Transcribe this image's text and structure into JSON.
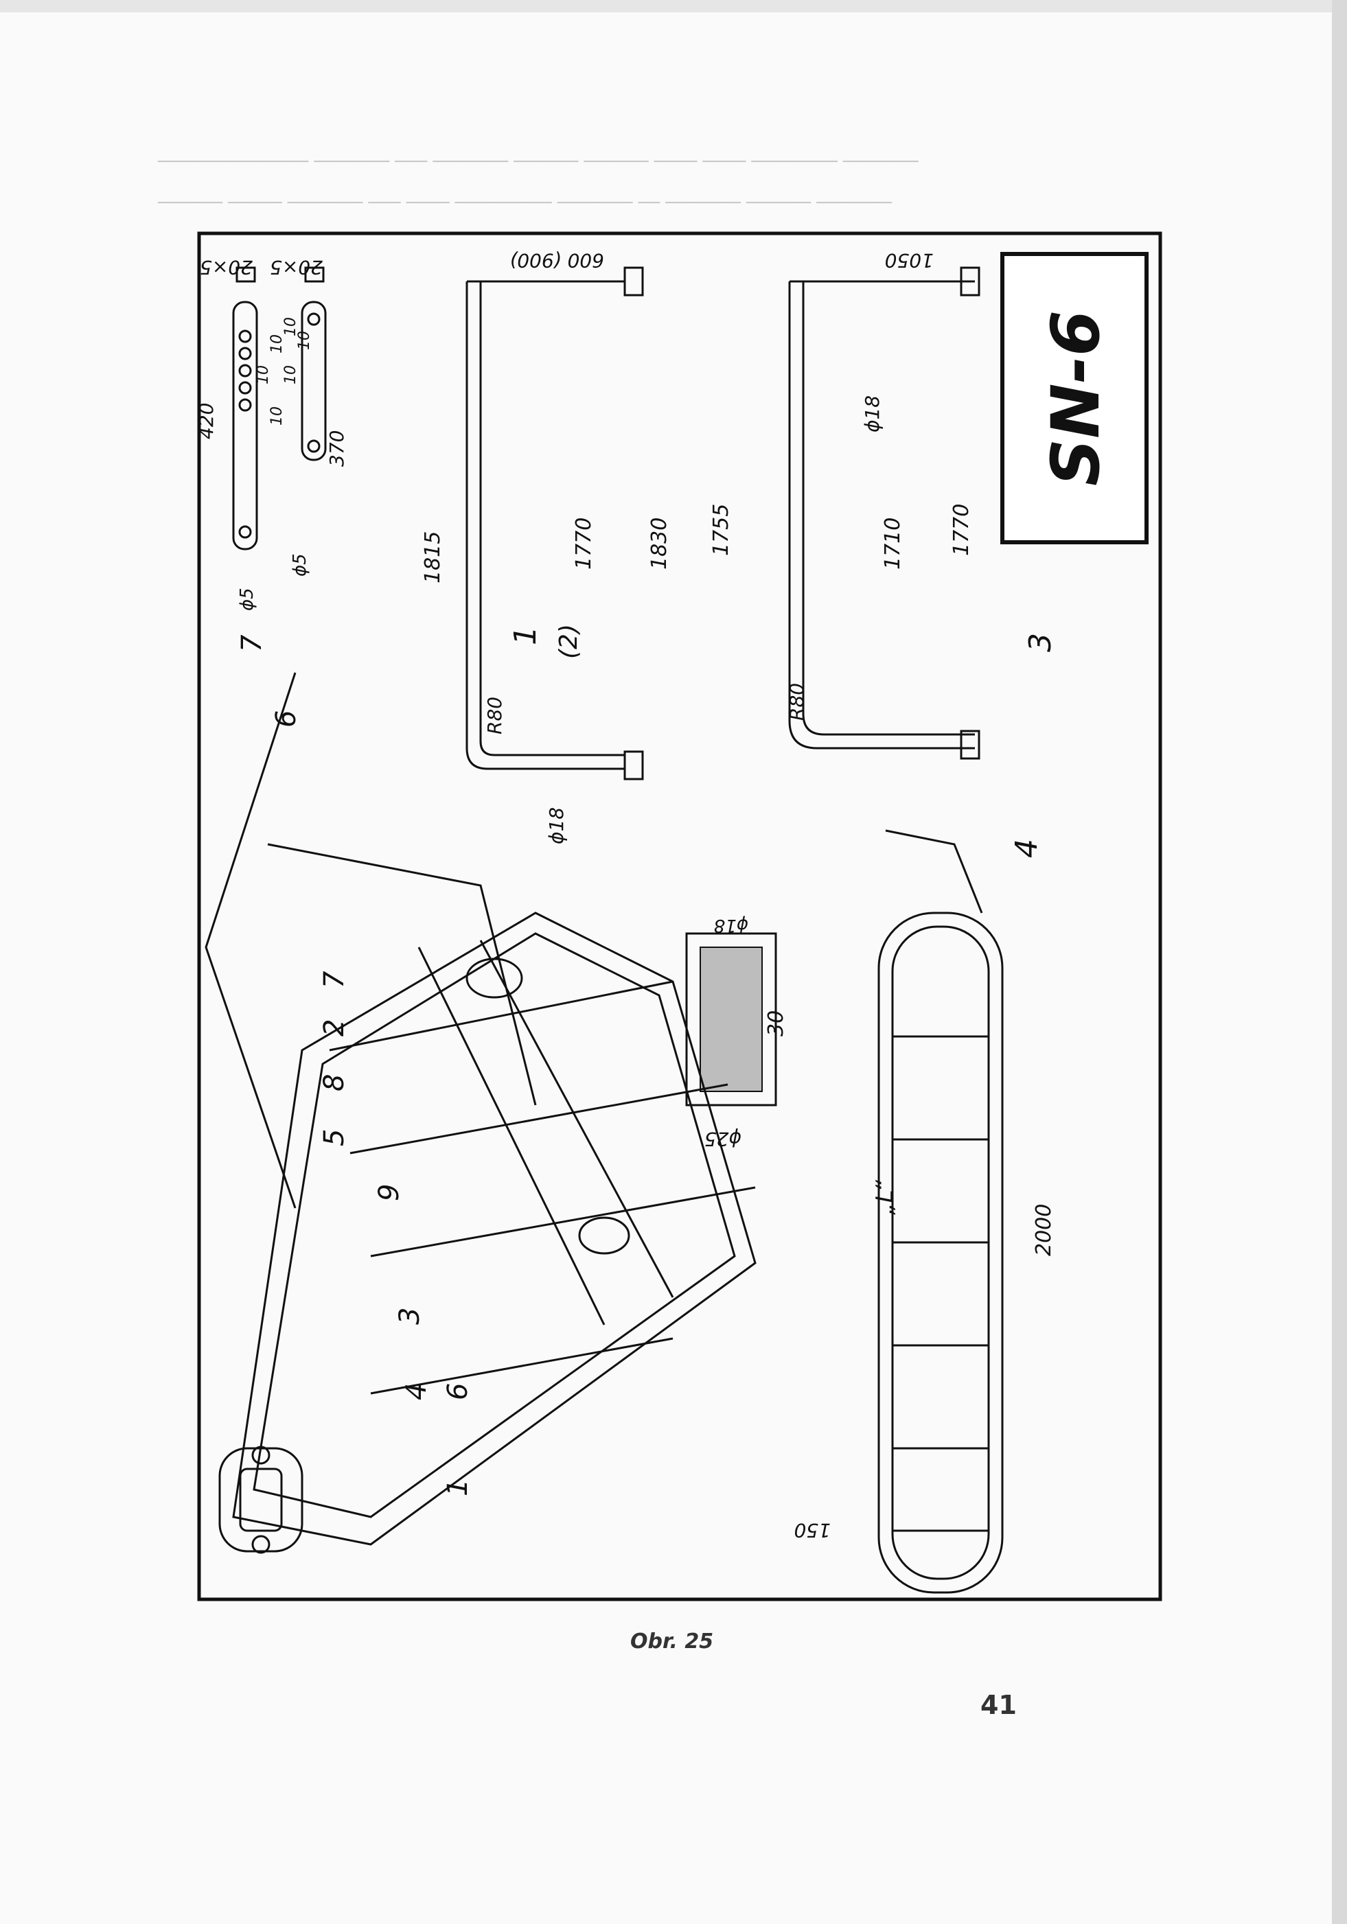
{
  "page": {
    "caption": "Obr. 25",
    "page_number": "41"
  },
  "drawing": {
    "title_box": "SN-6",
    "dimensions": {
      "d600_900": "600 (900)",
      "d1050": "1050",
      "d20x5_a": "20×5",
      "d20x5_b": "20×5",
      "d420": "420",
      "d370": "370",
      "d10_1": "10",
      "d10_2": "10",
      "d10_3": "10",
      "d10_4": "10",
      "d10_5": "10",
      "d10_6": "10",
      "phi5_a": "ϕ5",
      "phi5_b": "ϕ5",
      "d1815": "1815",
      "d1770_a": "1770",
      "d1830": "1830",
      "d1755": "1755",
      "d1710": "1710",
      "d1770_b": "1770",
      "phi18_a": "ϕ18",
      "phi18_b": "ϕ18",
      "phi18_c": "ϕ18",
      "r80_a": "R80",
      "r80_b": "R80",
      "d30": "30",
      "phi25": "ϕ25",
      "d2000": "2000",
      "d150": "150",
      "l_label": "„L“"
    },
    "part_numbers": {
      "p1_top": "1",
      "p2_boxed": "(2)",
      "p3_right": "3",
      "p4_right": "4",
      "p7_top": "7",
      "p6_top": "6",
      "p7_mid": "7",
      "p2_mid": "2",
      "p8_mid": "8",
      "p5_mid": "5",
      "p9_mid": "9",
      "p3_low": "3",
      "p4_low": "4",
      "p6_low": "6",
      "p1_low": "1"
    }
  }
}
